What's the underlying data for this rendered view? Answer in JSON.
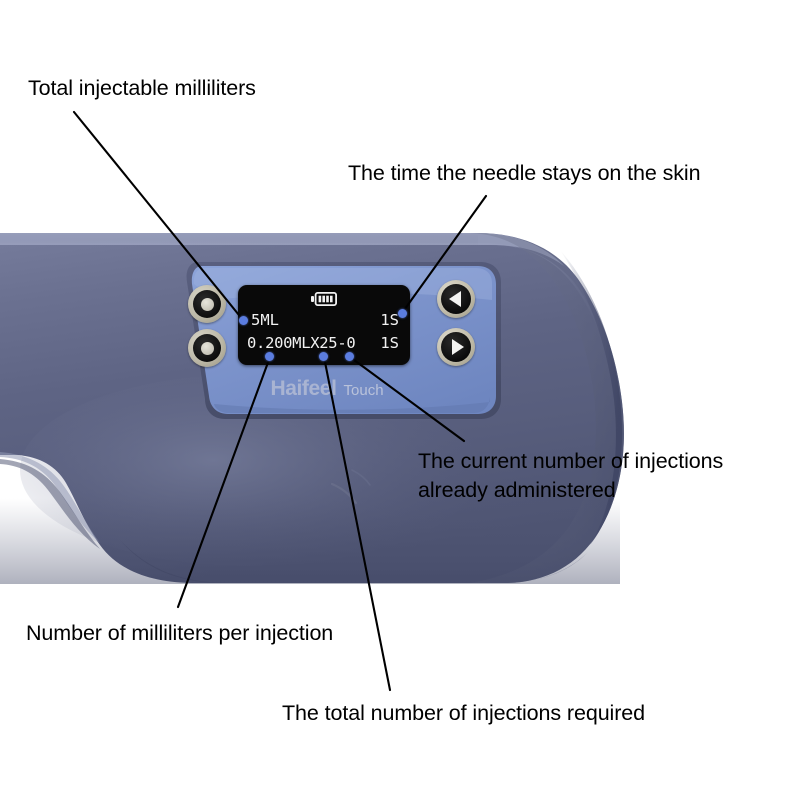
{
  "figure": {
    "background_color": "#ffffff",
    "subject": "handheld mesotherapy injector gun with OLED control panel"
  },
  "device": {
    "body_color": "#5f6585",
    "panel_color": "#7d94cc",
    "brand": {
      "name": "Haifeel",
      "sub": "Touch"
    },
    "buttons": [
      {
        "name": "power-button",
        "icon": "circle-button-icon",
        "position": "panel-left-top"
      },
      {
        "name": "mode-button",
        "icon": "circle-button-icon",
        "position": "panel-left-bottom"
      },
      {
        "name": "previous-button",
        "icon": "triangle-left-icon",
        "position": "panel-right-top"
      },
      {
        "name": "next-button",
        "icon": "triangle-right-icon",
        "position": "panel-right-bottom"
      }
    ]
  },
  "screen": {
    "background_color": "#090909",
    "text_color": "#f2f2f2",
    "battery_icon": "battery-full-icon",
    "battery_bars": 4,
    "row1": {
      "left": "5ML",
      "right": "1S"
    },
    "row2": {
      "left": "0.200MLX25-0",
      "right": "1S"
    }
  },
  "annotations": {
    "dot_color": "#5b7de0",
    "line_color": "#000000",
    "items": [
      {
        "id": "total-injectable-milliliters",
        "text": "Total injectable milliliters",
        "lines": [
          "Total injectable milliliters"
        ],
        "refers_to": "5ML"
      },
      {
        "id": "needle-dwell-time",
        "text": "The time the needle stays on the skin",
        "lines": [
          "The time the needle stays on the skin"
        ],
        "refers_to": "1S"
      },
      {
        "id": "current-injections",
        "text": "The current number of injections already administered",
        "lines": [
          "The current number of injections",
          "already administered"
        ],
        "refers_to": "0"
      },
      {
        "id": "milliliters-per-injection",
        "text": "Number of milliliters per injection",
        "lines": [
          "Number of milliliters per injection"
        ],
        "refers_to": "0.200ML"
      },
      {
        "id": "total-injections-required",
        "text": "The total number of injections required",
        "lines": [
          "The total number of injections required"
        ],
        "refers_to": "25"
      }
    ]
  }
}
